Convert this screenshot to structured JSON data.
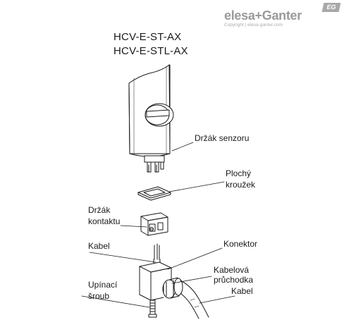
{
  "brand": {
    "name": "elesa+Ganter",
    "copyright": "Copyright | elesa-ganter.com",
    "badge": "EG"
  },
  "titles": [
    "HCV-E-ST-AX",
    "HCV-E-STL-AX"
  ],
  "labels": {
    "sensor_holder": "Držák senzoru",
    "flat_ring_1": "Plochý",
    "flat_ring_2": "kroužek",
    "contact_holder_1": "Držák",
    "contact_holder_2": "kontaktu",
    "cable_left": "Kabel",
    "connector": "Konektor",
    "cable_gland_1": "Kabelová",
    "cable_gland_2": "průchodka",
    "cable_right": "Kabel",
    "clamp_screw_1": "Upínací",
    "clamp_screw_2": "šroub"
  },
  "colors": {
    "line": "#1a1a1a",
    "brand_gray": "#9a9a9a"
  }
}
